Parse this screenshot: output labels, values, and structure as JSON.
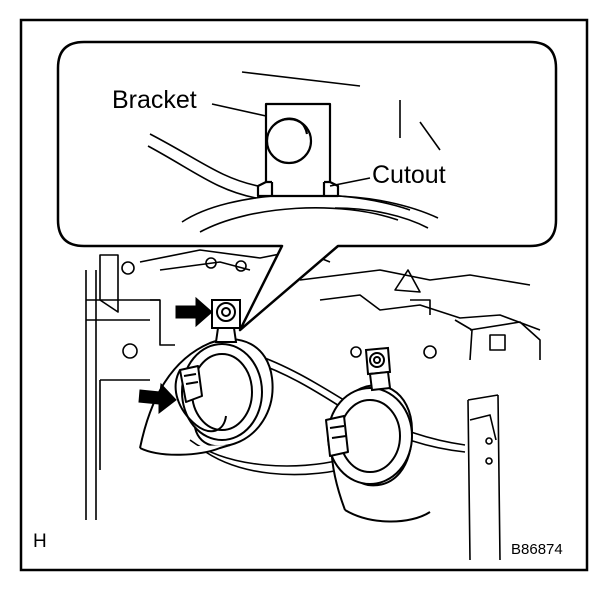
{
  "callout": {
    "bracket_label": "Bracket",
    "cutout_label": "Cutout"
  },
  "figure": {
    "view_letter": "H",
    "figure_code": "B86874"
  },
  "colors": {
    "ink": "#000000",
    "paper": "#ffffff"
  }
}
